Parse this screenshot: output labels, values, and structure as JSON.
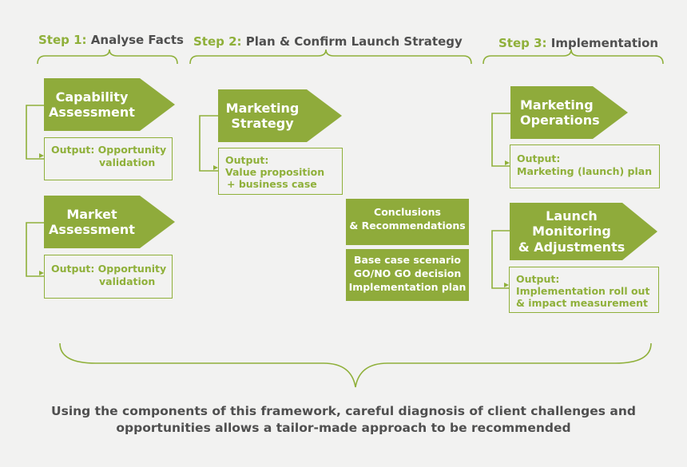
{
  "steps": [
    {
      "num": "Step 1:",
      "title": "Analyse Facts"
    },
    {
      "num": "Step 2:",
      "title": "Plan & Confirm Launch Strategy"
    },
    {
      "num": "Step 3:",
      "title": "Implementation"
    }
  ],
  "step1": {
    "capability": {
      "line1": "Capability",
      "line2": "Assessment"
    },
    "capability_output": {
      "line1": "Output: Opportunity",
      "line2": "validation"
    },
    "market": {
      "line1": "Market",
      "line2": "Assessment"
    },
    "market_output": {
      "line1": "Output: Opportunity",
      "line2": "validation"
    }
  },
  "step2": {
    "marketing_strategy": {
      "line1": "Marketing",
      "line2": "Strategy"
    },
    "marketing_strategy_output": {
      "line1": "Output:",
      "line2": "Value proposition",
      "line3": "+ business case"
    },
    "conclusions": {
      "line1": "Conclusions",
      "line2": "& Recommendations"
    },
    "scenario": {
      "line1": "Base case scenario",
      "line2": "GO/NO GO decision",
      "line3": "Implementation plan"
    }
  },
  "step3": {
    "marketing_operations": {
      "line1": "Marketing",
      "line2": "Operations"
    },
    "marketing_operations_output": {
      "line1": "Output:",
      "line2": "Marketing (launch) plan"
    },
    "launch_monitoring": {
      "line1": "Launch Monitoring",
      "line2": "& Adjustments"
    },
    "launch_monitoring_output": {
      "line1": "Output:",
      "line2": "Implementation roll out",
      "line3": "& impact measurement"
    }
  },
  "footer": {
    "line1": "Using the components of this framework, careful diagnosis of client challenges and",
    "line2": "opportunities allows a tailor-made approach to be recommended"
  },
  "colors": {
    "accent": "#8fab3b",
    "text": "#4f4f4f",
    "background": "#f2f2f1"
  }
}
